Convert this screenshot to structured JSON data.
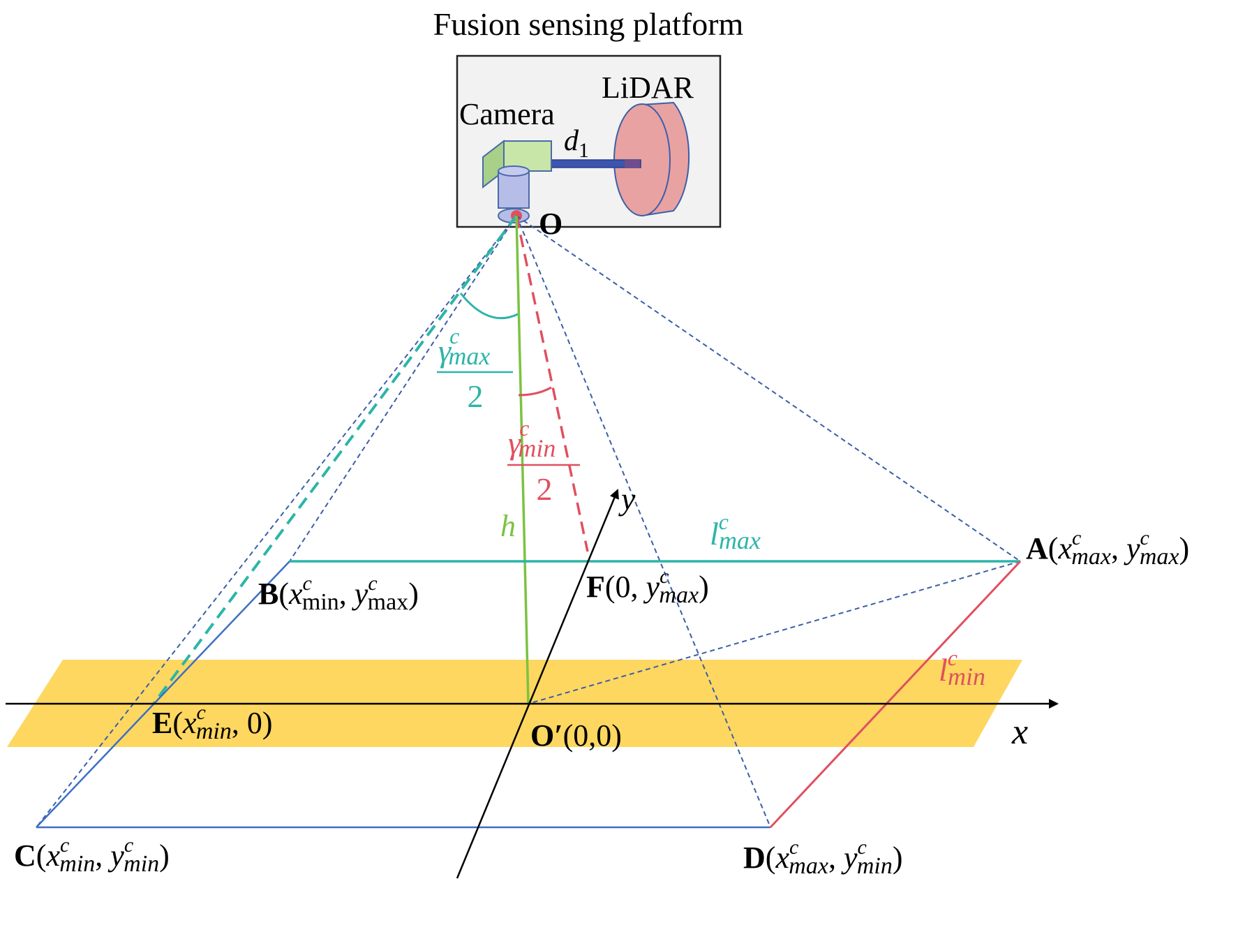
{
  "title": "Fusion sensing platform",
  "labels": {
    "camera": "Camera",
    "lidar": "LiDAR",
    "d1_main": "d",
    "d1_sub": "1",
    "origin_top": "O",
    "h": "h",
    "y_axis": "y",
    "x_axis": "x"
  },
  "angles": {
    "gamma_max": {
      "sym": "γ",
      "sup": "c",
      "sub": "max",
      "den": "2"
    },
    "gamma_min": {
      "sym": "γ",
      "sup": "c",
      "sub": "min",
      "den": "2"
    }
  },
  "lengths": {
    "l_max": {
      "sym": "l",
      "sup": "c",
      "sub": "max"
    },
    "l_min": {
      "sym": "l",
      "sup": "c",
      "sub": "min"
    }
  },
  "points": {
    "A": {
      "name": "A",
      "open": "(",
      "x": "x",
      "xsub": "max",
      "sep": ", ",
      "y": "y",
      "ysub": "max",
      "close": ")",
      "sup": "c"
    },
    "B": {
      "name": "B",
      "open": "(",
      "x": "x",
      "xsub": "min",
      "sep": ", ",
      "y": "y",
      "ysub": "max",
      "close": ")",
      "sup": "c"
    },
    "C": {
      "name": "C",
      "open": "(",
      "x": "x",
      "xsub": "min",
      "sep": ", ",
      "y": "y",
      "ysub": "min",
      "close": ")",
      "sup": "c"
    },
    "D": {
      "name": "D",
      "open": "(",
      "x": "x",
      "xsub": "max",
      "sep": ", ",
      "y": "y",
      "ysub": "min",
      "close": ")",
      "sup": "c"
    },
    "E": {
      "name": "E",
      "open": "(",
      "x": "x",
      "xsub": "min",
      "rest": ", 0)",
      "sup": "c"
    },
    "F": {
      "name": "F",
      "open": "(0, ",
      "y": "y",
      "ysub": "max",
      "close": ")",
      "sup": "c"
    },
    "O_prime": {
      "name": "O′",
      "coords": "(0,0)"
    }
  },
  "colors": {
    "teal": "#2cb5a8",
    "red": "#e0505f",
    "green": "#7cc242",
    "blue": "#3d6fc4",
    "dark_blue": "#3b5ea8",
    "yellow_band": "#fdd760",
    "platform_bg": "#f2f2f2",
    "lidar_fill": "#e8a2a2",
    "camera_fill": "#c8e6a8",
    "lens_fill": "#b6bde6"
  }
}
